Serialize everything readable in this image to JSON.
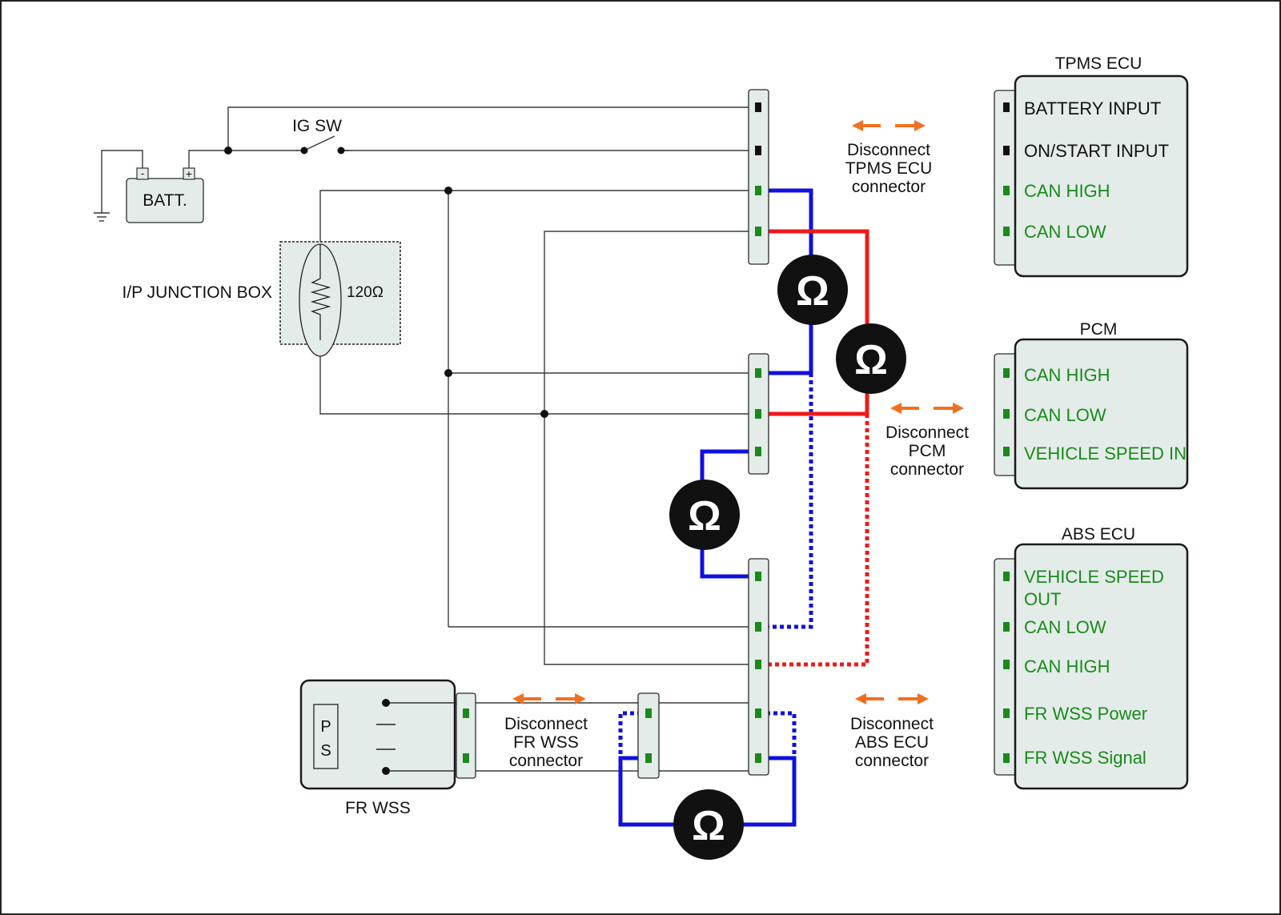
{
  "labels": {
    "batt": "BATT.",
    "batt_minus": "-",
    "batt_plus": "+",
    "ig_sw": "IG SW",
    "ip_junction_box": "I/P JUNCTION BOX",
    "resistor_value": "120Ω",
    "fr_wss": "FR WSS",
    "wss_p": "P",
    "wss_s": "S",
    "ohm": "Ω"
  },
  "modules": {
    "tpms": {
      "title": "TPMS ECU",
      "pins": [
        "BATTERY INPUT",
        "ON/START INPUT",
        "CAN HIGH",
        "CAN LOW"
      ]
    },
    "pcm": {
      "title": "PCM",
      "pins": [
        "CAN HIGH",
        "CAN LOW",
        "VEHICLE SPEED IN"
      ]
    },
    "abs": {
      "title": "ABS ECU",
      "pins": [
        "VEHICLE SPEED",
        "OUT",
        "CAN LOW",
        "CAN HIGH",
        "FR WSS Power",
        "FR WSS Signal"
      ]
    }
  },
  "instructions": {
    "tpms": [
      "Disconnect",
      "TPMS ECU",
      "connector"
    ],
    "pcm": [
      "Disconnect",
      "PCM",
      "connector"
    ],
    "fr_wss": [
      "Disconnect",
      "FR WSS",
      "connector"
    ],
    "abs": [
      "Disconnect",
      "ABS ECU",
      "connector"
    ]
  },
  "colors": {
    "can_high": "#1010e0",
    "can_low": "#f01818",
    "pin_active": "#1a8a1a",
    "pin_power": "#111111",
    "arrow": "#f07020",
    "panel": "#e4ecea"
  },
  "icons": [
    "ground-icon",
    "battery-icon",
    "switch-icon",
    "resistor-icon",
    "ohmmeter-icon",
    "disconnect-arrow-icon"
  ]
}
